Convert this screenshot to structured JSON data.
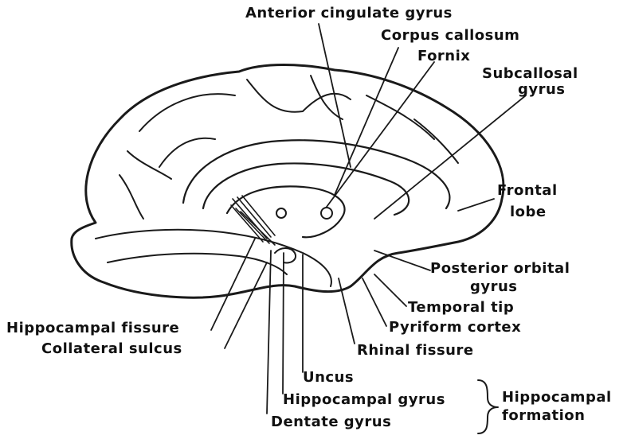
{
  "labels": {
    "anterior_cingulate_gyrus": "Anterior cingulate gyrus",
    "corpus_callosum": "Corpus callosum",
    "fornix": "Fornix",
    "subcallosal_gyrus_1": "Subcallosal",
    "subcallosal_gyrus_2": "gyrus",
    "frontal_lobe_1": "Frontal",
    "frontal_lobe_2": "lobe",
    "posterior_orbital_gyrus_1": "Posterior orbital",
    "posterior_orbital_gyrus_2": "gyrus",
    "temporal_tip": "Temporal tip",
    "pyriform_cortex": "Pyriform cortex",
    "rhinal_fissure": "Rhinal fissure",
    "hippocampal_fissure": "Hippocampal fissure",
    "collateral_sulcus": "Collateral sulcus",
    "uncus": "Uncus",
    "hippocampal_gyrus": "Hippocampal gyrus",
    "dentate_gyrus": "Dentate gyrus",
    "hippocampal_formation_1": "Hippocampal",
    "hippocampal_formation_2": "formation"
  },
  "colors": {
    "ink": "#1a1a1a",
    "background": "#ffffff"
  }
}
